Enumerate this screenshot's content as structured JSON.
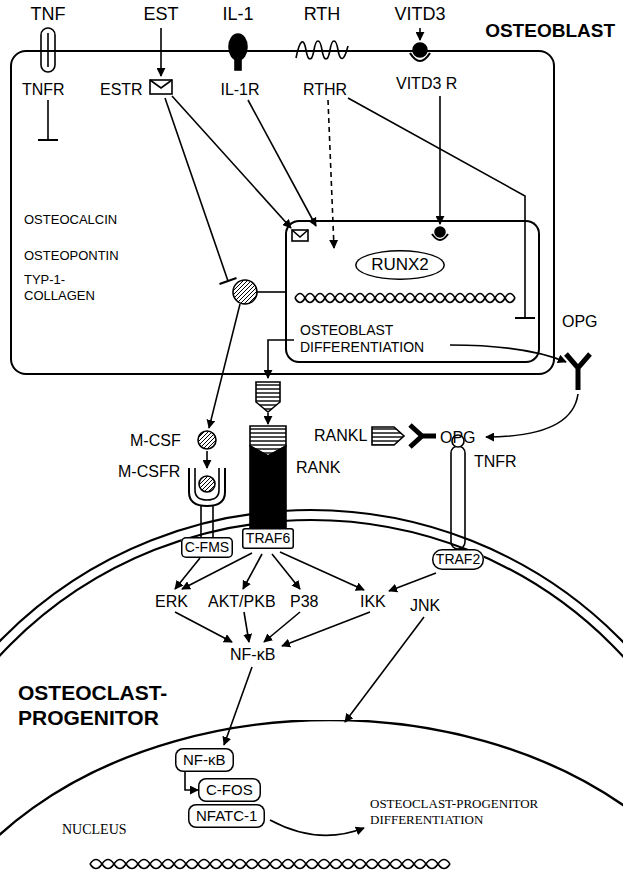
{
  "diagram": {
    "nodes": [
      {
        "text": [
          "OSTEOBLAST"
        ]
      },
      {
        "text": [
          "OSTEOBLAST DIFFERENTIATION"
        ],
        "in": 0
      },
      {
        "text": [
          "RUNX2"
        ],
        "in": 1
      },
      {
        "text": [
          "OSTEOCLAST-PROGENITOR"
        ]
      },
      {
        "text": [
          "C-FMS"
        ],
        "in": 3
      },
      {
        "text": [
          "TRAF6"
        ],
        "in": 3
      },
      {
        "text": [
          "TRAF2"
        ],
        "in": 3
      },
      {
        "text": [
          "NUCLEUS",
          "OSTEOCLAST-PROGENITOR DIFFERENTIATION"
        ],
        "in": 3
      },
      {
        "text": [
          "NF-κB"
        ],
        "in": 7
      },
      {
        "text": [
          "C-FOS"
        ],
        "in": 7
      },
      {
        "text": [
          "NFATC-1"
        ],
        "in": 7
      }
    ],
    "edges": [
      {
        "from": 8,
        "to": 9,
        "arrow": "to"
      }
    ],
    "labels": [
      "TNF",
      "EST",
      "IL-1",
      "RTH",
      "VITD3",
      "TNFR",
      "ESTR",
      "IL-1R",
      "RTHR",
      "VITD3 R",
      "OSTEOCALCIN",
      "OSTEOPONTIN",
      "TYP-1- COLLAGEN",
      "OPG",
      "M-CSF",
      "RANKL",
      "OPG",
      "M-CSFR",
      "RANK",
      "TNFR",
      "ERK",
      "AKT/PKB",
      "P38",
      "IKK",
      "JNK",
      "NF-κB"
    ]
  }
}
